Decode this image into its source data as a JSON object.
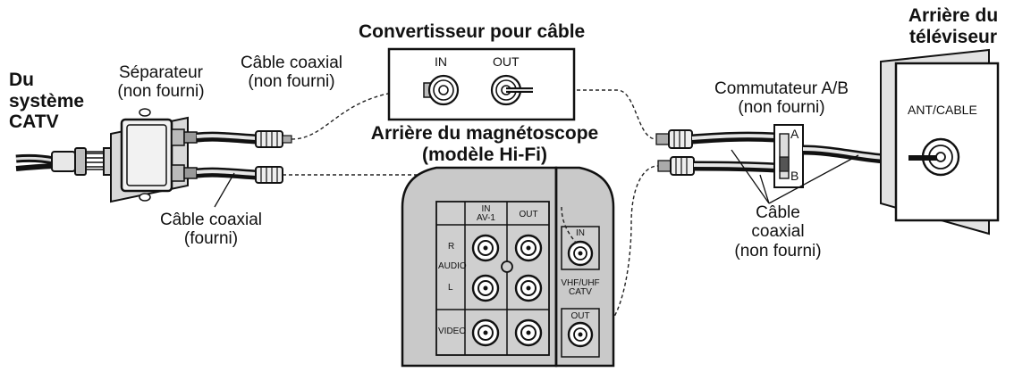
{
  "labels": {
    "source": [
      "Du",
      "système",
      "CATV"
    ],
    "splitter": [
      "Séparateur",
      "(non fourni)"
    ],
    "coax_top": [
      "Câble coaxial",
      "(non fourni)"
    ],
    "coax_bottom": [
      "Câble coaxial",
      "(fourni)"
    ],
    "converter_title": "Convertisseur pour câble",
    "converter_in": "IN",
    "converter_out": "OUT",
    "vcr_title": [
      "Arrière du magnétoscope",
      "(modèle Hi-Fi)"
    ],
    "switch": [
      "Commutateur A/B",
      "(non fourni)"
    ],
    "switch_a": "A",
    "switch_b": "B",
    "coax_right": [
      "Câble",
      "coaxial",
      "(non fourni)"
    ],
    "tv_title": [
      "Arrière du",
      "téléviseur"
    ],
    "tv_jack": "ANT/CABLE"
  },
  "vcr_panel": {
    "in_av": [
      "IN",
      "AV-1"
    ],
    "out": "OUT",
    "r": "R",
    "audio": "AUDIO",
    "l": "L",
    "video": "VIDEO",
    "rf_in": "IN",
    "vhf_uhf": [
      "VHF/UHF",
      "CATV"
    ],
    "rf_out": "OUT"
  }
}
